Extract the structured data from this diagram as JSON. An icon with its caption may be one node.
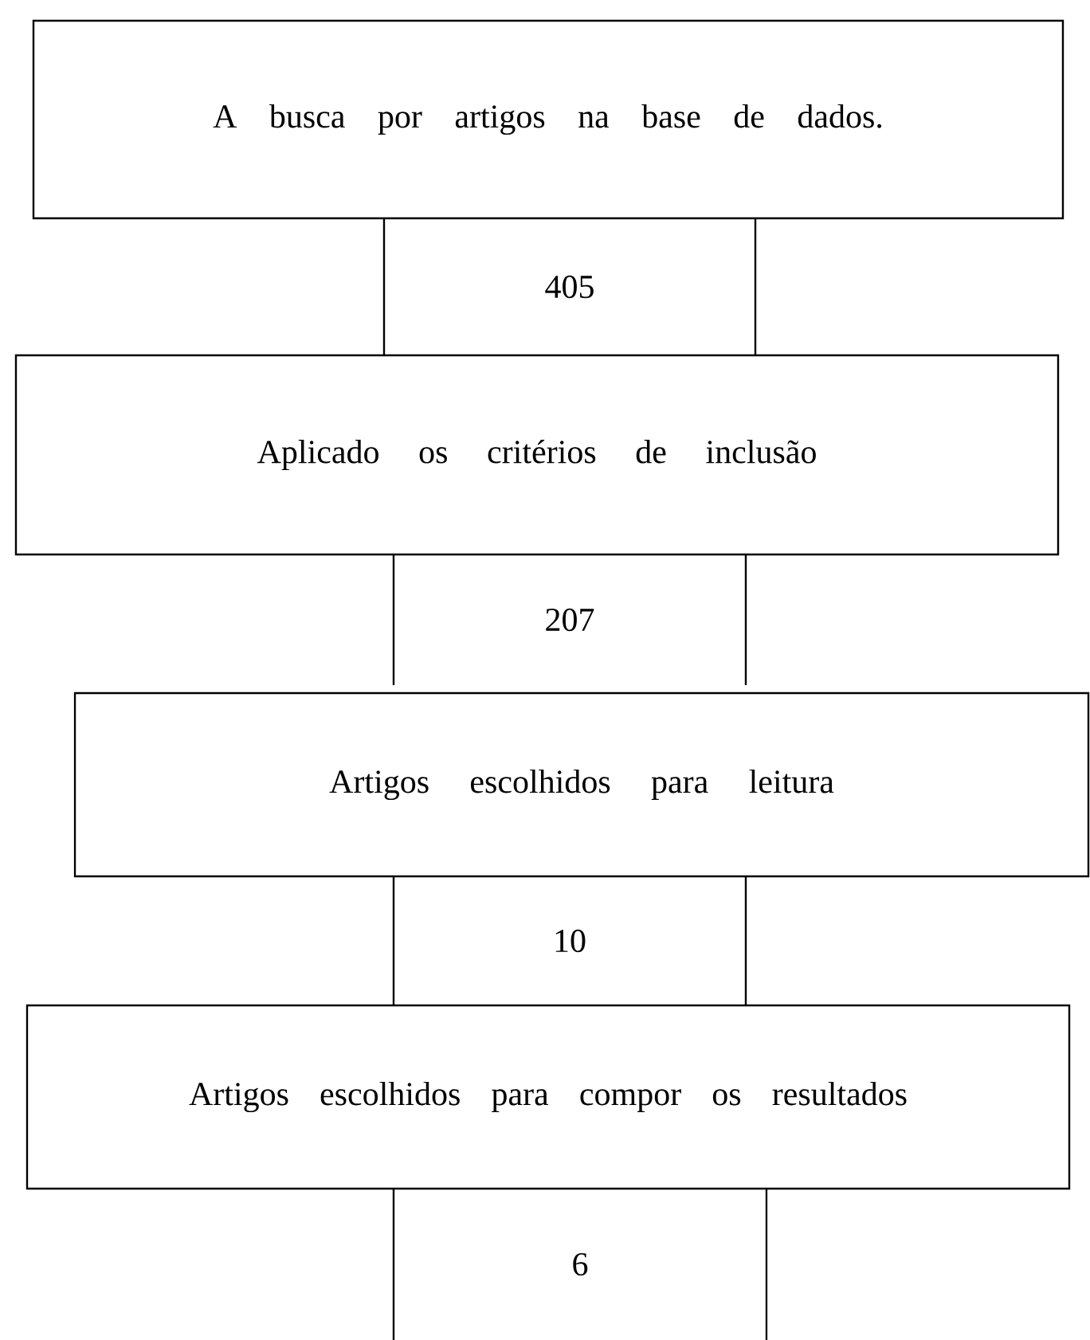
{
  "diagram": {
    "nodes": [
      {
        "text": [
          "A busca por artigos na base de dados."
        ]
      },
      {
        "text": [
          "405"
        ]
      },
      {
        "text": [
          "Aplicado os critérios de inclusão"
        ]
      },
      {
        "text": [
          "207"
        ]
      },
      {
        "text": [
          "Artigos escolhidos para leitura"
        ]
      },
      {
        "text": [
          "10"
        ]
      },
      {
        "text": [
          "Artigos escolhidos para compor os resultados"
        ]
      },
      {
        "text": [
          "6"
        ]
      }
    ]
  }
}
